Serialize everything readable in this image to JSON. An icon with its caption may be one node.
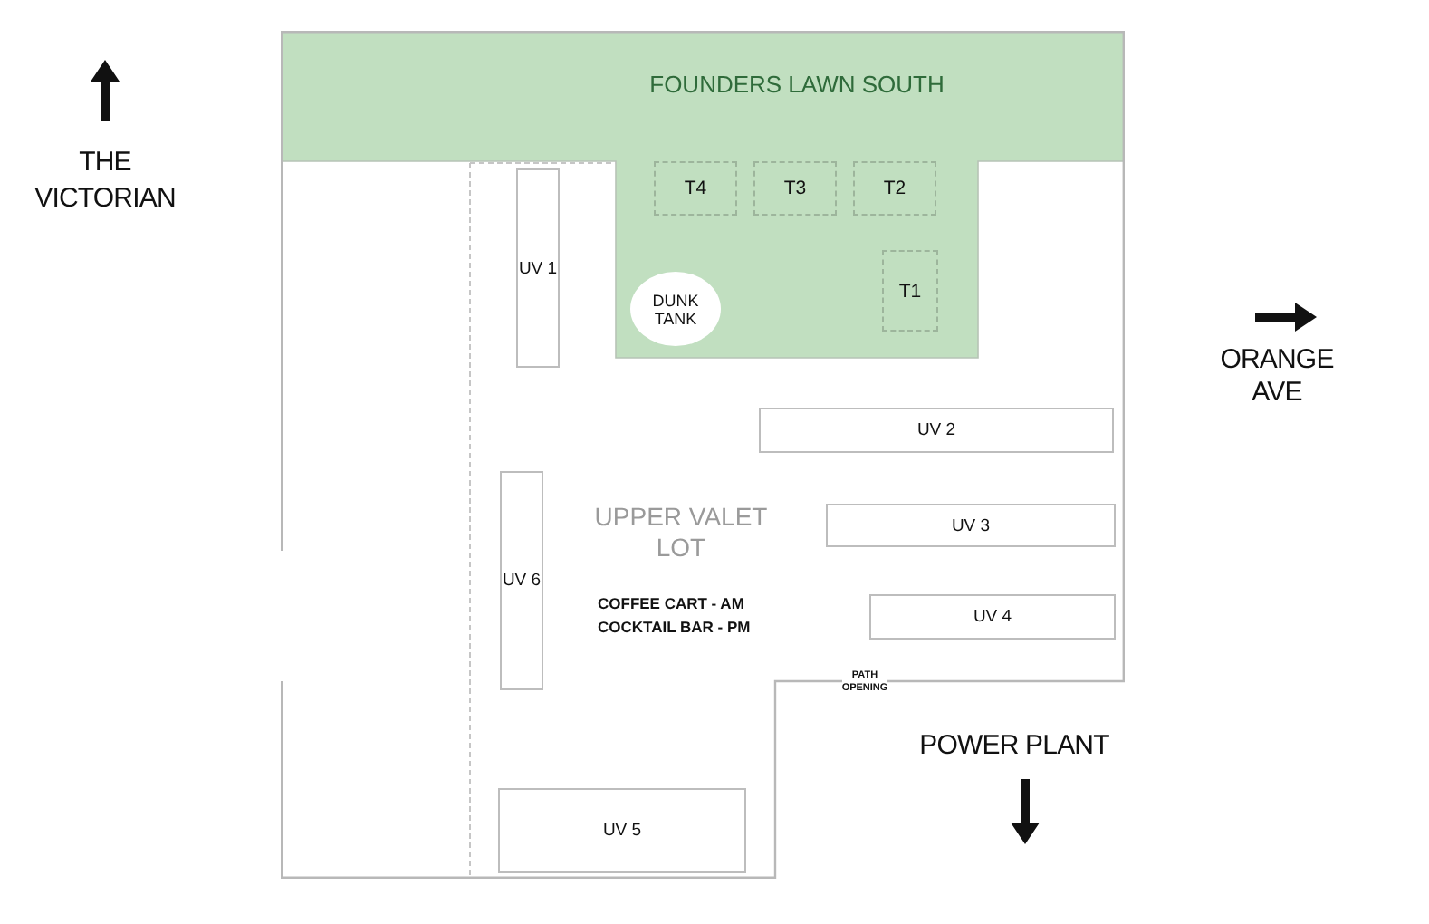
{
  "diagram": {
    "nodes": [
      {
        "text": [
          "UPPER VALET LOT",
          "COFFEE CART - AM",
          "COCKTAIL BAR - PM"
        ]
      },
      {
        "text": [
          "FOUNDERS LAWN SOUTH"
        ],
        "in": 0
      },
      {
        "text": [
          "T4"
        ],
        "in": 1
      },
      {
        "text": [
          "T3"
        ],
        "in": 1
      },
      {
        "text": [
          "T2"
        ],
        "in": 1
      },
      {
        "text": [
          "DUNK TANK"
        ],
        "in": 1
      },
      {
        "text": [
          "T1"
        ],
        "in": 1
      },
      {
        "text": [
          "UV 1"
        ],
        "in": 0
      },
      {
        "text": [
          "UV 2"
        ],
        "in": 0
      },
      {
        "text": [
          "UV 6"
        ],
        "in": 0
      },
      {
        "text": [
          "UV 3"
        ],
        "in": 0
      },
      {
        "text": [
          "UV 4"
        ],
        "in": 0
      },
      {
        "text": [
          "UV 5"
        ],
        "in": 0
      }
    ],
    "labels": [
      "THE VICTORIAN",
      "ORANGE AVE",
      "PATH OPENING",
      "POWER PLANT"
    ]
  }
}
